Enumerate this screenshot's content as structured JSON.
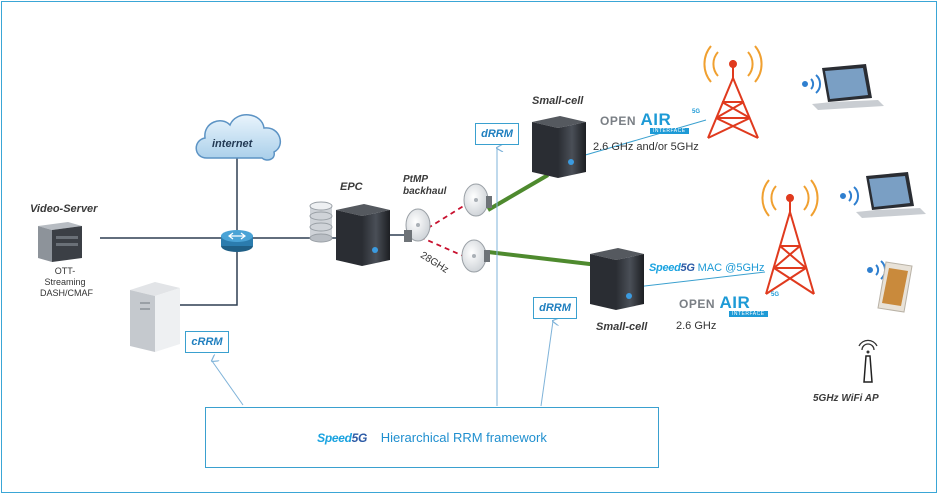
{
  "labels": {
    "video_server": "Video-Server",
    "ott_streaming": [
      "OTT-",
      "Streaming",
      "DASH/CMAF"
    ],
    "internet": "internet",
    "epc": "EPC",
    "ptmp": [
      "PtMP",
      "backhaul"
    ],
    "freq_28ghz": "28GHz",
    "small_cell_top": "Small-cell",
    "small_cell_bottom": "Small-cell",
    "band_top": "2.6 GHz and/or 5GHz",
    "band_bottom": "2.6 GHz",
    "mac_5ghz": "MAC @5GHz",
    "wifi_ap": "5GHz WiFi AP",
    "crrm": "cRRM",
    "drrm_top": "dRRM",
    "drrm_bottom": "dRRM",
    "framework": "Hierarchical RRM framework",
    "speed5g_prefix": "Speed",
    "speed5g_suffix": "5G",
    "oai_open": "OPEN",
    "oai_air": "AIR",
    "oai_5g": "5G",
    "oai_interface": "INTERFACE"
  },
  "colors": {
    "frame": "#3aa6d6",
    "backhaul_link": "#4e8a2e",
    "wired_link": "#2f3f52",
    "radio_link_dashed": "#c8102e",
    "arrow": "#7fb3d9",
    "tower": "#e03a1e"
  },
  "icons": [
    "cloud-icon",
    "router-icon",
    "server-icon",
    "database-icon",
    "dish-antenna-icon",
    "cell-tower-icon",
    "laptop-icon",
    "tablet-icon",
    "wifi-signal-icon",
    "wifi-ap-icon"
  ]
}
